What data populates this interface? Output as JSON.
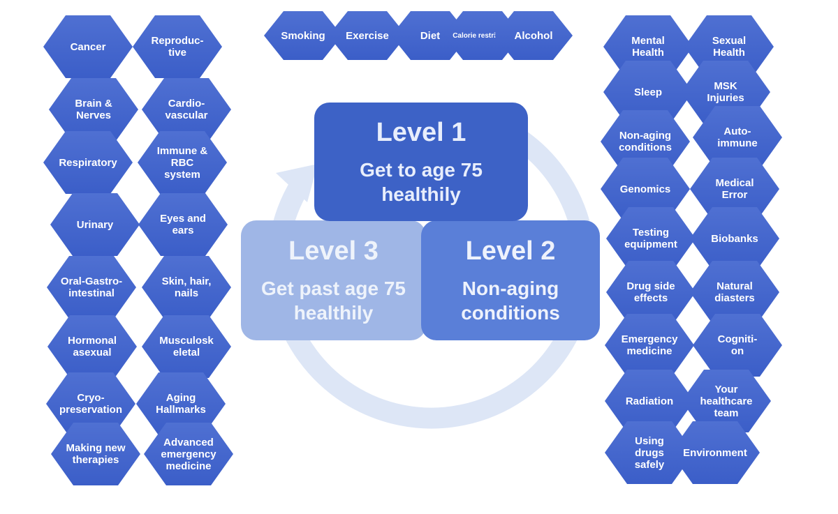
{
  "colors": {
    "hex_fill": "#4667cf",
    "level1": "#3d62c6",
    "level2": "#5a7fd8",
    "level3": "#9fb6e6",
    "arrow": "#dde6f6"
  },
  "top_row": [
    "Smoking",
    "Exercise",
    "Diet",
    "Calorie restriction",
    "Alcohol"
  ],
  "left_column": [
    "Cancer",
    "Reproduc-\ntive",
    "Brain &\nNerves",
    "Cardio-\nvascular",
    "Respiratory",
    "Immune &\nRBC\nsystem",
    "Urinary",
    "Eyes and\nears",
    "Oral-Gastro-\nintestinal",
    "Skin, hair,\nnails",
    "Hormonal\nasexual",
    "Musculosk\neletal",
    "Cryo-\npreservation",
    "Aging\nHallmarks",
    "Making new\ntherapies",
    "Advanced\nemergency\nmedicine"
  ],
  "right_column": [
    "Mental\nHealth",
    "Sexual\nHealth",
    "Sleep",
    "MSK\nInjuries",
    "Non-aging\nconditions",
    "Auto-\nimmune",
    "Genomics",
    "Medical\nError",
    "Testing\nequipment",
    "Biobanks",
    "Drug side\neffects",
    "Natural\ndiasters",
    "Emergency\nmedicine",
    "Cogniti-\non",
    "Radiation",
    "Your\nhealthcare\nteam",
    "Using\ndrugs\nsafely",
    "Environment"
  ],
  "levels": {
    "l1": {
      "title": "Level 1",
      "desc": "Get to age 75\nhealthily"
    },
    "l2": {
      "title": "Level 2",
      "desc": "Non-aging\nconditions"
    },
    "l3": {
      "title": "Level 3",
      "desc": "Get past age 75\nhealthily"
    }
  }
}
